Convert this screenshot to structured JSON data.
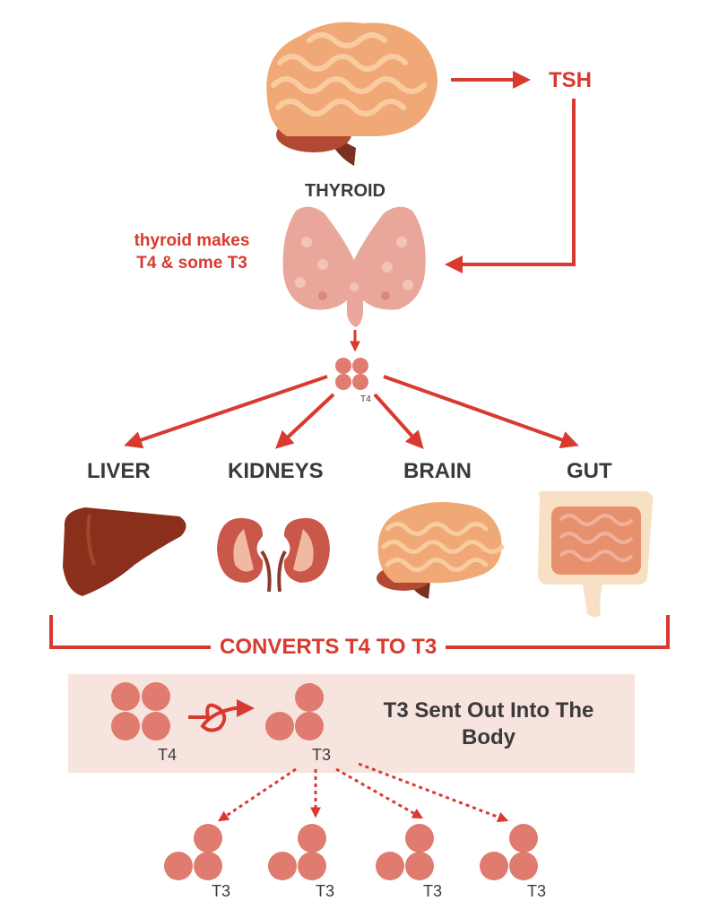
{
  "tsh": "TSH",
  "thyroid": {
    "label": "THYROID",
    "note": "thyroid makes T4 & some T3"
  },
  "molecule_top": {
    "label": "T4"
  },
  "organs": [
    {
      "label": "LIVER"
    },
    {
      "label": "KIDNEYS"
    },
    {
      "label": "BRAIN"
    },
    {
      "label": "GUT"
    }
  ],
  "converts": "CONVERTS T4 TO T3",
  "conversion": {
    "from_label": "T4",
    "to_label": "T3",
    "caption": "T3 Sent Out Into The Body"
  },
  "output_molecules": [
    {
      "label": "T3"
    },
    {
      "label": "T3"
    },
    {
      "label": "T3"
    },
    {
      "label": "T3"
    }
  ],
  "colors": {
    "arrow": "#d93a2f",
    "molecule": "#e07b70",
    "panel": "#f8e4df",
    "brain": "#f0a877",
    "brain_fold": "#f9cc9f",
    "thyroid": "#e9a79b",
    "liver": "#8a2f1c",
    "kidney": "#c9574a",
    "gut_outer": "#f8e0c5",
    "gut_inner": "#e7906e"
  }
}
